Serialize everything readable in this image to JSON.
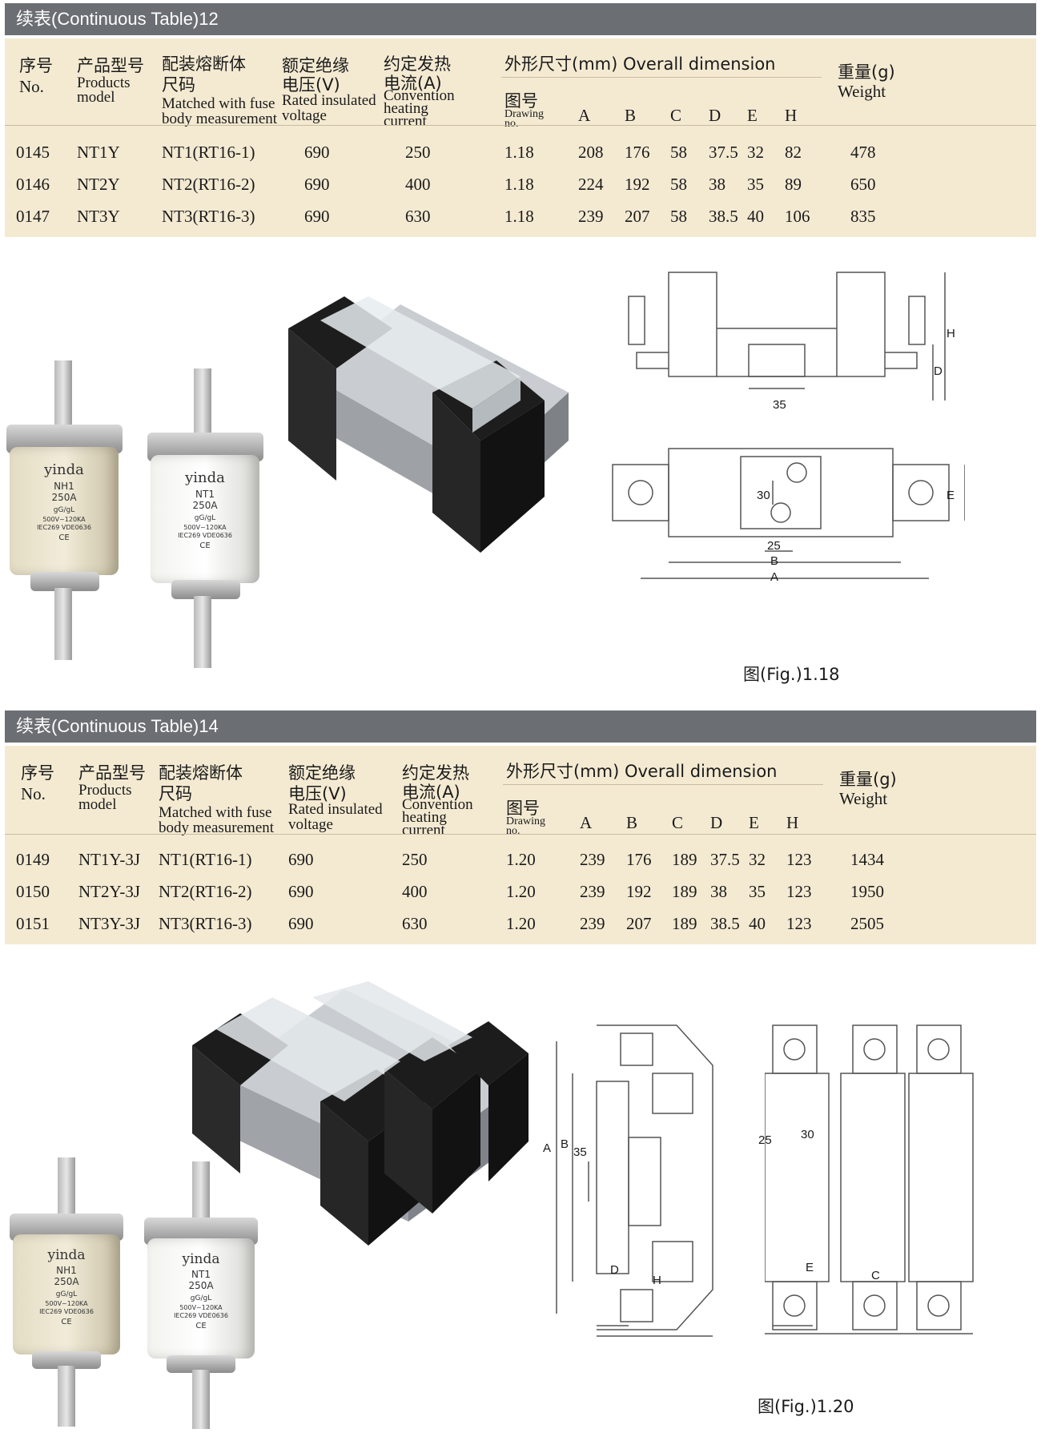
{
  "section1": {
    "title": "续表(Continuous Table)12",
    "headers": {
      "no_zh": "序号",
      "no_en": "No.",
      "model_zh": "产品型号",
      "model_en1": "Products",
      "model_en2": "model",
      "fuse_zh1": "配装熔断体",
      "fuse_zh2": "尺码",
      "fuse_en1": "Matched with fuse",
      "fuse_en2": "body measurement",
      "voltage_zh1": "额定绝缘",
      "voltage_zh2": "电压(V)",
      "voltage_en1": "Rated insulated",
      "voltage_en2": "voltage",
      "current_zh1": "约定发热",
      "current_zh2": "电流(A)",
      "current_en1": "Convention",
      "current_en2": "heating",
      "current_en3": "current",
      "dim_title": "外形尺寸(mm)  Overall dimension",
      "drawing_zh": "图号",
      "drawing_en1": "Drawing",
      "drawing_en2": "no.",
      "A": "A",
      "B": "B",
      "C": "C",
      "D": "D",
      "E": "E",
      "H": "H",
      "weight_zh": "重量(g)",
      "weight_en": "Weight"
    },
    "rows": [
      {
        "no": "0145",
        "model": "NT1Y",
        "fuse": "NT1(RT16-1)",
        "voltage": "690",
        "current": "250",
        "drawing": "1.18",
        "A": "208",
        "B": "176",
        "C": "58",
        "D": "37.5",
        "E": "32",
        "H": "82",
        "weight": "478"
      },
      {
        "no": "0146",
        "model": "NT2Y",
        "fuse": "NT2(RT16-2)",
        "voltage": "690",
        "current": "400",
        "drawing": "1.18",
        "A": "224",
        "B": "192",
        "C": "58",
        "D": "38",
        "E": "35",
        "H": "89",
        "weight": "650"
      },
      {
        "no": "0147",
        "model": "NT3Y",
        "fuse": "NT3(RT16-3)",
        "voltage": "690",
        "current": "630",
        "drawing": "1.18",
        "A": "239",
        "B": "207",
        "C": "58",
        "D": "38.5",
        "E": "40",
        "H": "106",
        "weight": "835"
      }
    ],
    "figure_caption": "图(Fig.)1.18",
    "drawing_labels": {
      "d35": "35",
      "d30": "30",
      "d25": "25",
      "B": "B",
      "A": "A",
      "D": "D",
      "H": "H",
      "E": "E"
    },
    "fuse_labels": {
      "brand": "yinda",
      "left_type": "NH1",
      "right_type": "NT1",
      "rating": "250A",
      "cls": "gG/gL",
      "spec": "500V~120KA",
      "std": "IEC269 VDE0636",
      "ce": "CE"
    }
  },
  "section2": {
    "title": "续表(Continuous Table)14",
    "headers": {
      "no_zh": "序号",
      "no_en": "No.",
      "model_zh": "产品型号",
      "model_en1": "Products",
      "model_en2": "model",
      "fuse_zh1": "配装熔断体",
      "fuse_zh2": "尺码",
      "fuse_en1": "Matched with fuse",
      "fuse_en2": "body measurement",
      "voltage_zh1": "额定绝缘",
      "voltage_zh2": "电压(V)",
      "voltage_en1": "Rated insulated",
      "voltage_en2": "voltage",
      "current_zh1": "约定发热",
      "current_zh2": "电流(A)",
      "current_en1": "Convention",
      "current_en2": "heating",
      "current_en3": "current",
      "dim_title": "外形尺寸(mm)  Overall dimension",
      "drawing_zh": "图号",
      "drawing_en1": "Drawing",
      "drawing_en2": "no.",
      "A": "A",
      "B": "B",
      "C": "C",
      "D": "D",
      "E": "E",
      "H": "H",
      "weight_zh": "重量(g)",
      "weight_en": "Weight"
    },
    "rows": [
      {
        "no": "0149",
        "model": "NT1Y-3J",
        "fuse": "NT1(RT16-1)",
        "voltage": "690",
        "current": "250",
        "drawing": "1.20",
        "A": "239",
        "B": "176",
        "C": "189",
        "D": "37.5",
        "E": "32",
        "H": "123",
        "weight": "1434"
      },
      {
        "no": "0150",
        "model": "NT2Y-3J",
        "fuse": "NT2(RT16-2)",
        "voltage": "690",
        "current": "400",
        "drawing": "1.20",
        "A": "239",
        "B": "192",
        "C": "189",
        "D": "38",
        "E": "35",
        "H": "123",
        "weight": "1950"
      },
      {
        "no": "0151",
        "model": "NT3Y-3J",
        "fuse": "NT3(RT16-3)",
        "voltage": "690",
        "current": "630",
        "drawing": "1.20",
        "A": "239",
        "B": "207",
        "C": "189",
        "D": "38.5",
        "E": "40",
        "H": "123",
        "weight": "2505"
      }
    ],
    "figure_caption": "图(Fig.)1.20",
    "drawing_labels": {
      "d35": "35",
      "d30": "30",
      "d25": "25",
      "B": "B",
      "A": "A",
      "D": "D",
      "H": "H",
      "E": "E",
      "C": "C"
    },
    "fuse_labels": {
      "brand": "yinda",
      "left_type": "NH1",
      "right_type": "NT1",
      "rating": "250A",
      "cls": "gG/gL",
      "spec": "500V~120KA",
      "std": "IEC269 VDE0636",
      "ce": "CE"
    }
  }
}
